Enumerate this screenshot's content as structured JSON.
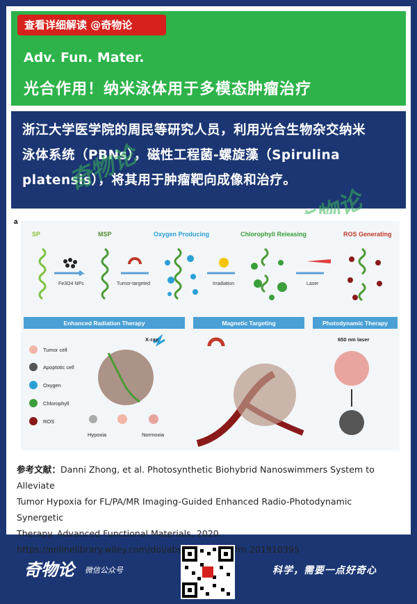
{
  "header": {
    "badge": "查看详细解读 @奇物论",
    "journal": "Adv. Fun. Mater.",
    "title": "光合作用！纳米泳体用于多模态肿瘤治疗"
  },
  "summary": {
    "line1": "浙江大学医学院的周民等研究人员，利用光合生物杂交纳米",
    "line2": "泳体系统（PBNs），磁性工程菌-螺旋藻（Spirulina",
    "line3": "platensis），将其用于肿瘤靶向成像和治疗。"
  },
  "watermark": "奇物论",
  "figure": {
    "label": "a",
    "stages": [
      "SP",
      "MSP",
      "Oxygen Producing",
      "Chlorophyll Releasing",
      "ROS Generating"
    ],
    "arrows": [
      "Fe3O4 NPs",
      "Tumor-targeted",
      "Irradiation",
      "Laser"
    ],
    "sections": [
      "Enhanced Radiation Therapy",
      "Magnetic Targeting",
      "Photodynamic Therapy"
    ],
    "legend": [
      "Tumor cell",
      "Apoptotic cell",
      "Oxygen",
      "Chlorophyll",
      "ROS"
    ],
    "xray": "X-ray",
    "hypoxia": "Hypoxia",
    "normoxia": "Normoxia",
    "laser": "650 nm laser"
  },
  "reference": {
    "label": "参考文献：",
    "text1": "Danni Zhong, et al. Photosynthetic Biohybrid Nanoswimmers System to Alleviate",
    "text2": "Tumor Hypoxia for FL/PA/MR Imaging-Guided Enhanced Radio-Photodynamic Synergetic",
    "text3": "Therapy. Advanced Functional Materials, 2020.",
    "url": "https://onlinelibrary.wiley.com/doi/abs/10.1002/adfm.201910395"
  },
  "footer": {
    "logo": "奇物论",
    "subtitle": "微信公众号",
    "slogan": "科学，需要一点好奇心"
  },
  "colors": {
    "green": "#2db34a",
    "navy": "#1b3673",
    "red": "#d6211d"
  }
}
